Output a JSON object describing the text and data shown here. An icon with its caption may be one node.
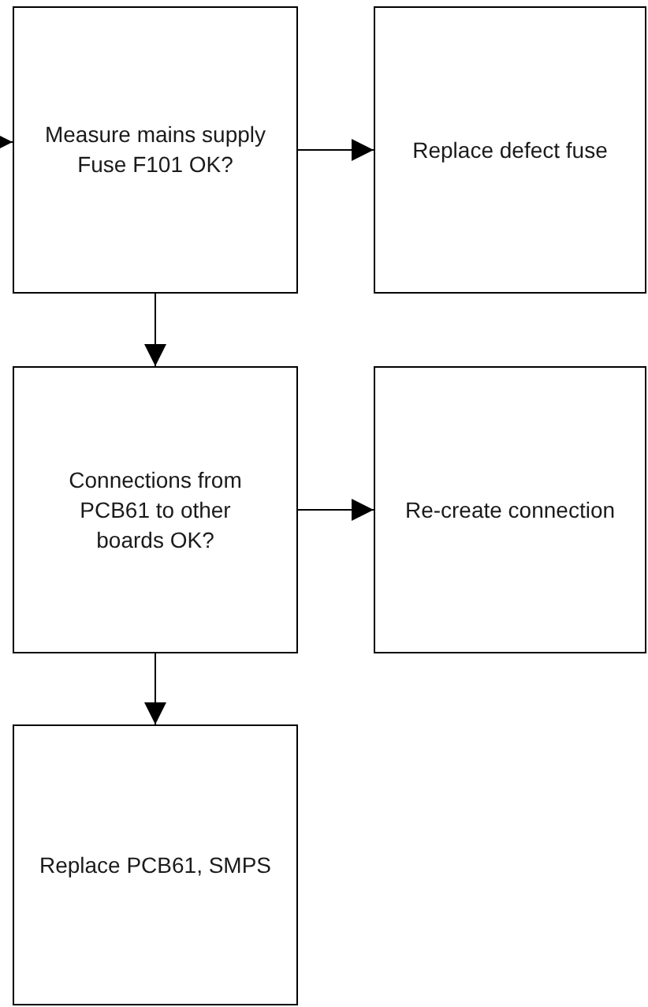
{
  "diagram": {
    "nodes": [
      {
        "text": [
          "Measure mains supply Fuse F101 OK?"
        ]
      },
      {
        "text": [
          "Replace defect fuse"
        ]
      },
      {
        "text": [
          "Connections from PCB61 to other boards OK?"
        ]
      },
      {
        "text": [
          "Re-create connection"
        ]
      },
      {
        "text": [
          "Replace PCB61, SMPS"
        ]
      }
    ],
    "edges": [
      {
        "from": null,
        "to": 0,
        "arrow": "to"
      },
      {
        "from": 0,
        "to": 1,
        "arrow": "to"
      },
      {
        "from": 0,
        "to": 2,
        "arrow": "to"
      },
      {
        "from": 2,
        "to": 3,
        "arrow": "to"
      },
      {
        "from": 2,
        "to": 4,
        "arrow": "to"
      }
    ]
  }
}
